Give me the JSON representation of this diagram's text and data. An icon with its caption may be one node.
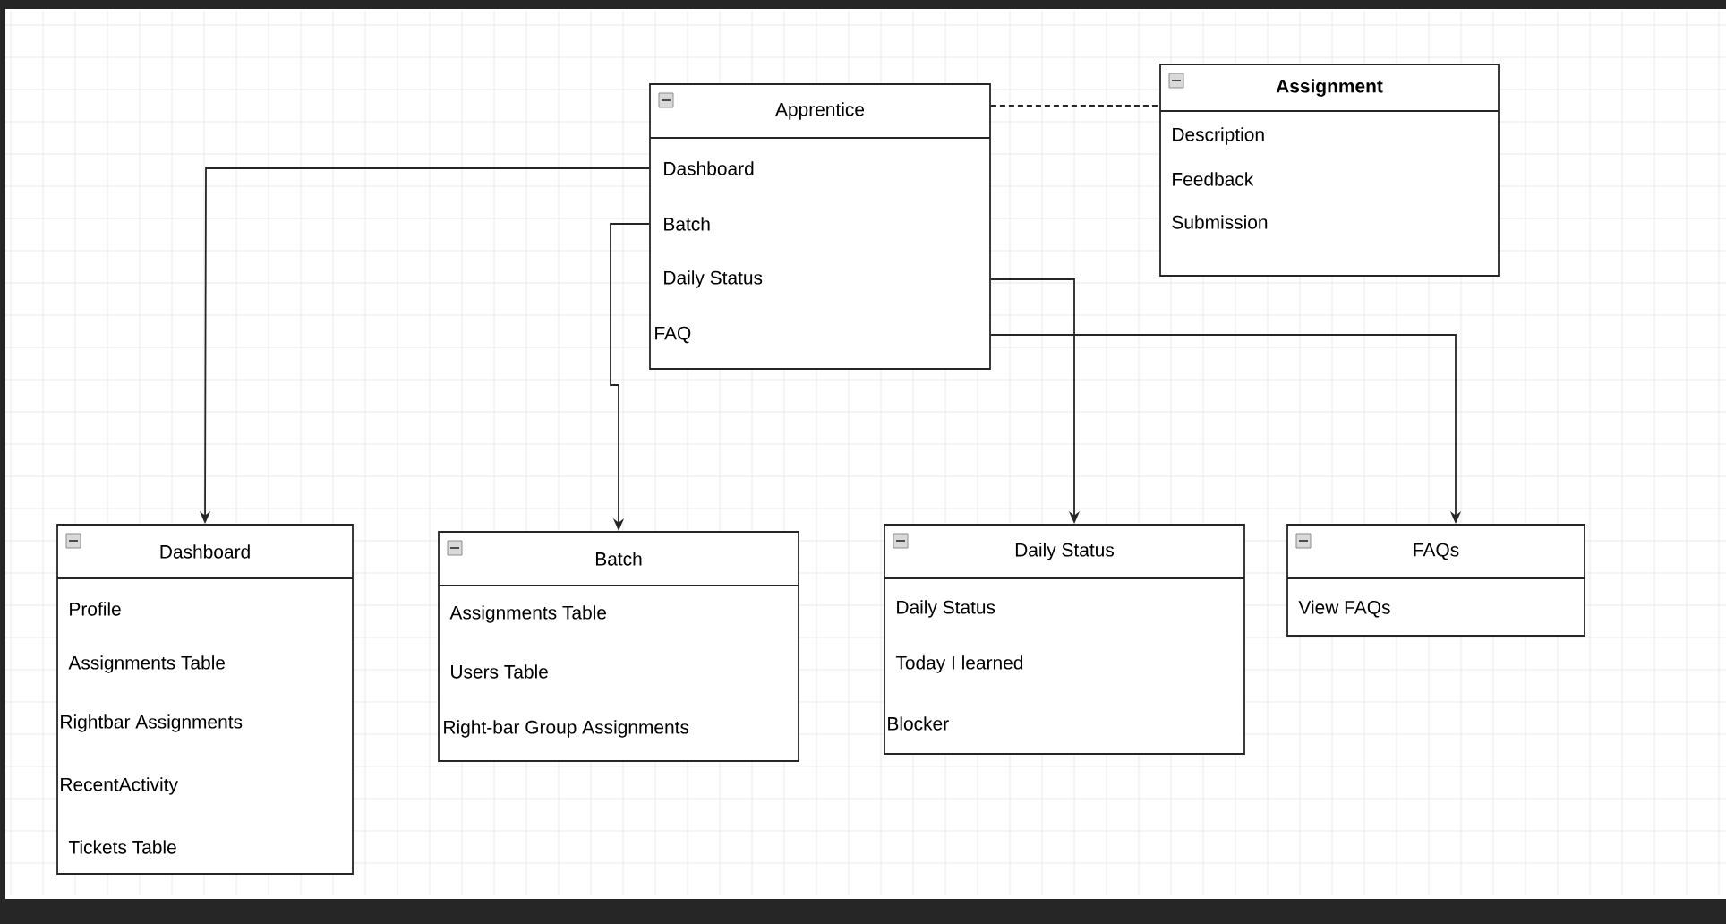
{
  "diagram": {
    "nodes": [
      {
        "text": [
          "Apprentice",
          "Dashboard",
          "Batch",
          "Daily Status",
          "FAQ"
        ]
      },
      {
        "text": [
          "Assignment",
          "Description",
          "Feedback",
          "Submission"
        ]
      },
      {
        "text": [
          "Dashboard",
          "Profile",
          "Assignments Table",
          "Rightbar Assignments",
          "RecentActivity",
          "Tickets Table"
        ]
      },
      {
        "text": [
          "Batch",
          "Assignments Table",
          "Users Table",
          "Right-bar Group Assignments"
        ]
      },
      {
        "text": [
          "Daily Status",
          "Daily Status",
          "Today I learned",
          "Blocker"
        ]
      },
      {
        "text": [
          "FAQs",
          "View FAQs"
        ]
      }
    ],
    "edges": [
      {
        "from": 0,
        "to": 1,
        "arrow": "none",
        "style": "dashed"
      },
      {
        "from": 0,
        "to": 2,
        "arrow": "to"
      },
      {
        "from": 0,
        "to": 3,
        "arrow": "to"
      },
      {
        "from": 0,
        "to": 4,
        "arrow": "to"
      },
      {
        "from": 0,
        "to": 5,
        "arrow": "to"
      }
    ]
  }
}
